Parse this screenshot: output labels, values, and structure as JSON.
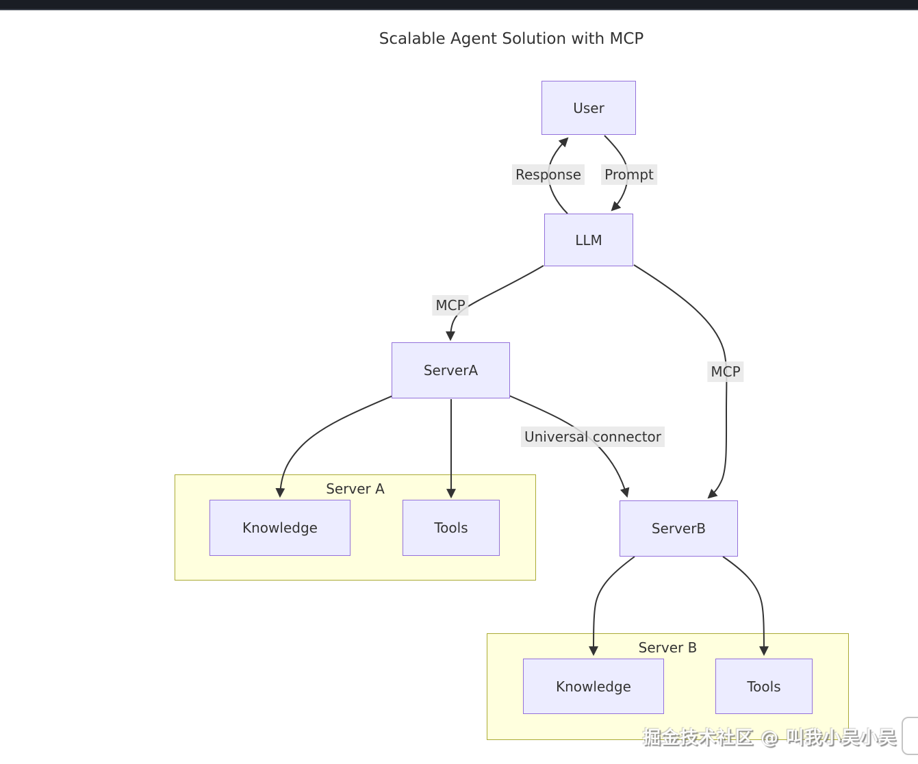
{
  "title": "Scalable Agent Solution with MCP",
  "watermark": {
    "text": "掘金技术社区 @ 叫我小吴小吴"
  },
  "colors": {
    "node-fill": "#ECECFF",
    "node-border": "#9370DB",
    "cluster-fill": "#FFFFDE",
    "cluster-border": "#AAAA33",
    "edge": "#333333",
    "text": "#333333",
    "edge-label-bg": "#E8E8E8",
    "topbar": "#1A1D24"
  },
  "nodes": {
    "user": {
      "label": "User"
    },
    "llm": {
      "label": "LLM"
    },
    "server_a": {
      "label": "ServerA"
    },
    "server_b": {
      "label": "ServerB"
    },
    "knowledge_a": {
      "label": "Knowledge"
    },
    "tools_a": {
      "label": "Tools"
    },
    "knowledge_b": {
      "label": "Knowledge"
    },
    "tools_b": {
      "label": "Tools"
    }
  },
  "clusters": {
    "server_a": {
      "label": "Server A"
    },
    "server_b": {
      "label": "Server B"
    }
  },
  "edges": [
    {
      "from": "User",
      "to": "LLM",
      "label": "Prompt"
    },
    {
      "from": "LLM",
      "to": "User",
      "label": "Response"
    },
    {
      "from": "LLM",
      "to": "ServerA",
      "label": "MCP"
    },
    {
      "from": "LLM",
      "to": "ServerB",
      "label": "MCP"
    },
    {
      "from": "ServerA",
      "to": "ServerB",
      "label": "Universal connector"
    },
    {
      "from": "ServerA",
      "to": "Knowledge (Server A)",
      "label": ""
    },
    {
      "from": "ServerA",
      "to": "Tools (Server A)",
      "label": ""
    },
    {
      "from": "ServerB",
      "to": "Knowledge (Server B)",
      "label": ""
    },
    {
      "from": "ServerB",
      "to": "Tools (Server B)",
      "label": ""
    }
  ]
}
